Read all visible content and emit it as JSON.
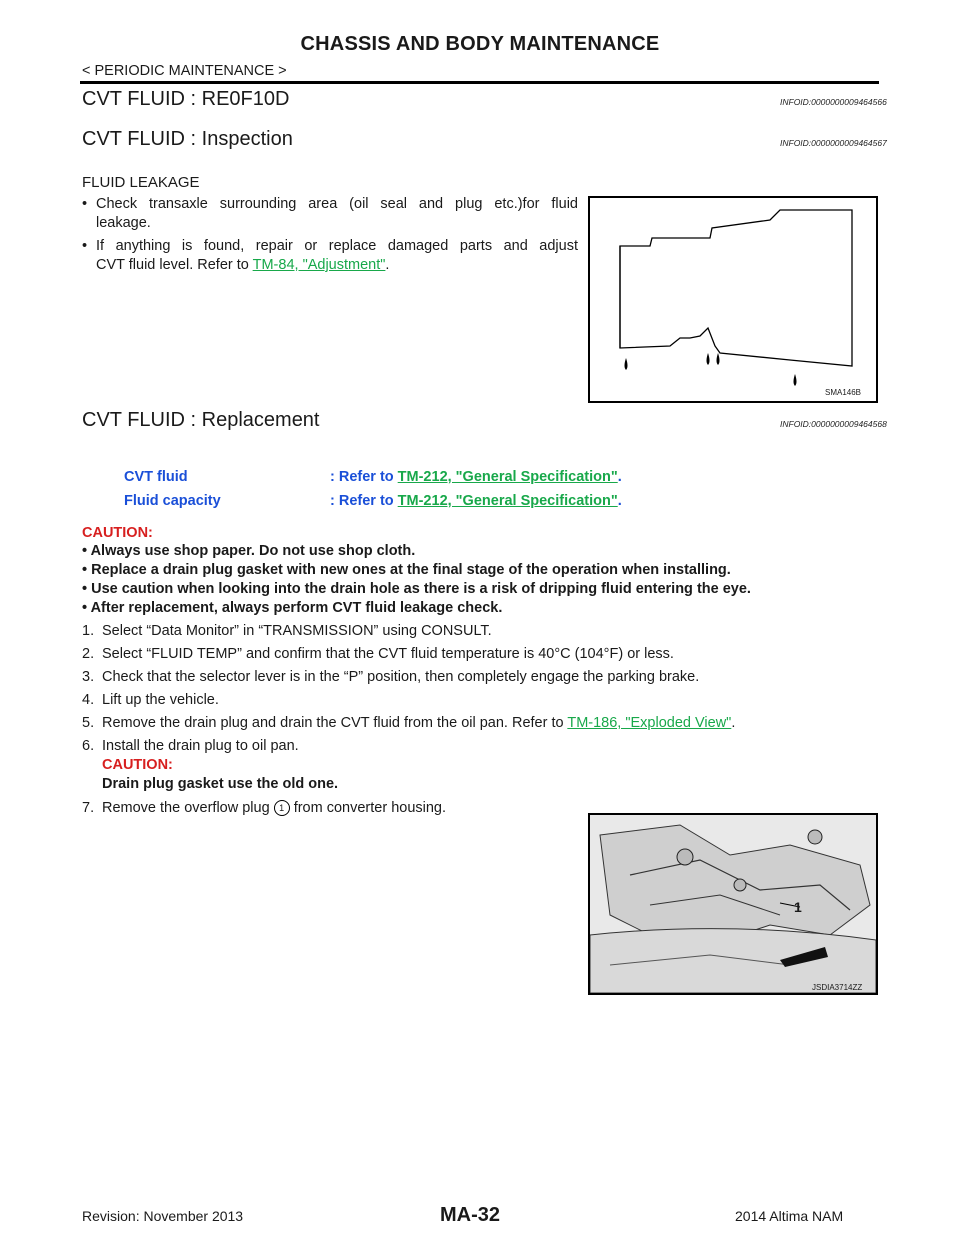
{
  "header": {
    "title": "CHASSIS AND BODY MAINTENANCE",
    "section": "< PERIODIC MAINTENANCE >"
  },
  "sections": [
    {
      "title": "CVT FLUID : RE0F10D",
      "infoid": "INFOID:0000000009464566"
    },
    {
      "title": "CVT FLUID : Inspection",
      "infoid": "INFOID:0000000009464567"
    },
    {
      "title": "CVT FLUID : Replacement",
      "infoid": "INFOID:0000000009464568"
    }
  ],
  "inspection": {
    "subhead": "FLUID LEAKAGE",
    "bullet1_line1": "Check transaxle surrounding area (oil seal and plug etc.)for fluid",
    "bullet1_line2": "leakage.",
    "bullet2_line1": "If anything is found, repair or replace damaged parts and adjust",
    "bullet2_line2_prefix": "CVT fluid level. Refer to ",
    "bullet2_link": "TM-84, \"Adjustment\"",
    "bullet2_suffix": ".",
    "figure_code": "SMA146B"
  },
  "specs": [
    {
      "label": "CVT fluid",
      "value_prefix": ": Refer to ",
      "link": "TM-212, \"General Specification\"",
      "suffix": "."
    },
    {
      "label": "Fluid capacity",
      "value_prefix": ": Refer to ",
      "link": "TM-212, \"General Specification\"",
      "suffix": "."
    }
  ],
  "caution": {
    "heading": "CAUTION:",
    "items": [
      "• Always use shop paper. Do not use shop cloth.",
      "• Replace a drain plug gasket with new ones at the final stage of the operation when installing.",
      "• Use caution when looking into the drain hole as there is a risk of dripping fluid entering the eye.",
      "• After replacement, always perform CVT fluid leakage check."
    ]
  },
  "steps": {
    "s1_num": "1.",
    "s1": "Select “Data Monitor” in “TRANSMISSION” using CONSULT.",
    "s2_num": "2.",
    "s2": "Select “FLUID TEMP” and confirm that the CVT fluid temperature is 40°C (104°F) or less.",
    "s3_num": "3.",
    "s3": "Check that the selector lever is in the “P” position, then completely engage the parking brake.",
    "s4_num": "4.",
    "s4": "Lift up the vehicle.",
    "s5_num": "5.",
    "s5_prefix": "Remove the drain plug and drain the CVT fluid from the oil pan. Refer to ",
    "s5_link": "TM-186, \"Exploded View\"",
    "s5_suffix": ".",
    "s6_num": "6.",
    "s6": "Install the drain plug to oil pan.",
    "s6_caution_head": "CAUTION:",
    "s6_caution": "Drain plug gasket use the old one.",
    "s7_num": "7.",
    "s7_prefix": "Remove the overflow plug ",
    "s7_marker": "1",
    "s7_suffix": " from converter housing."
  },
  "figure2": {
    "code": "JSDIA3714ZZ",
    "callout": "1"
  },
  "footer": {
    "revision": "Revision: November 2013",
    "page": "MA-32",
    "model": "2014 Altima NAM"
  }
}
